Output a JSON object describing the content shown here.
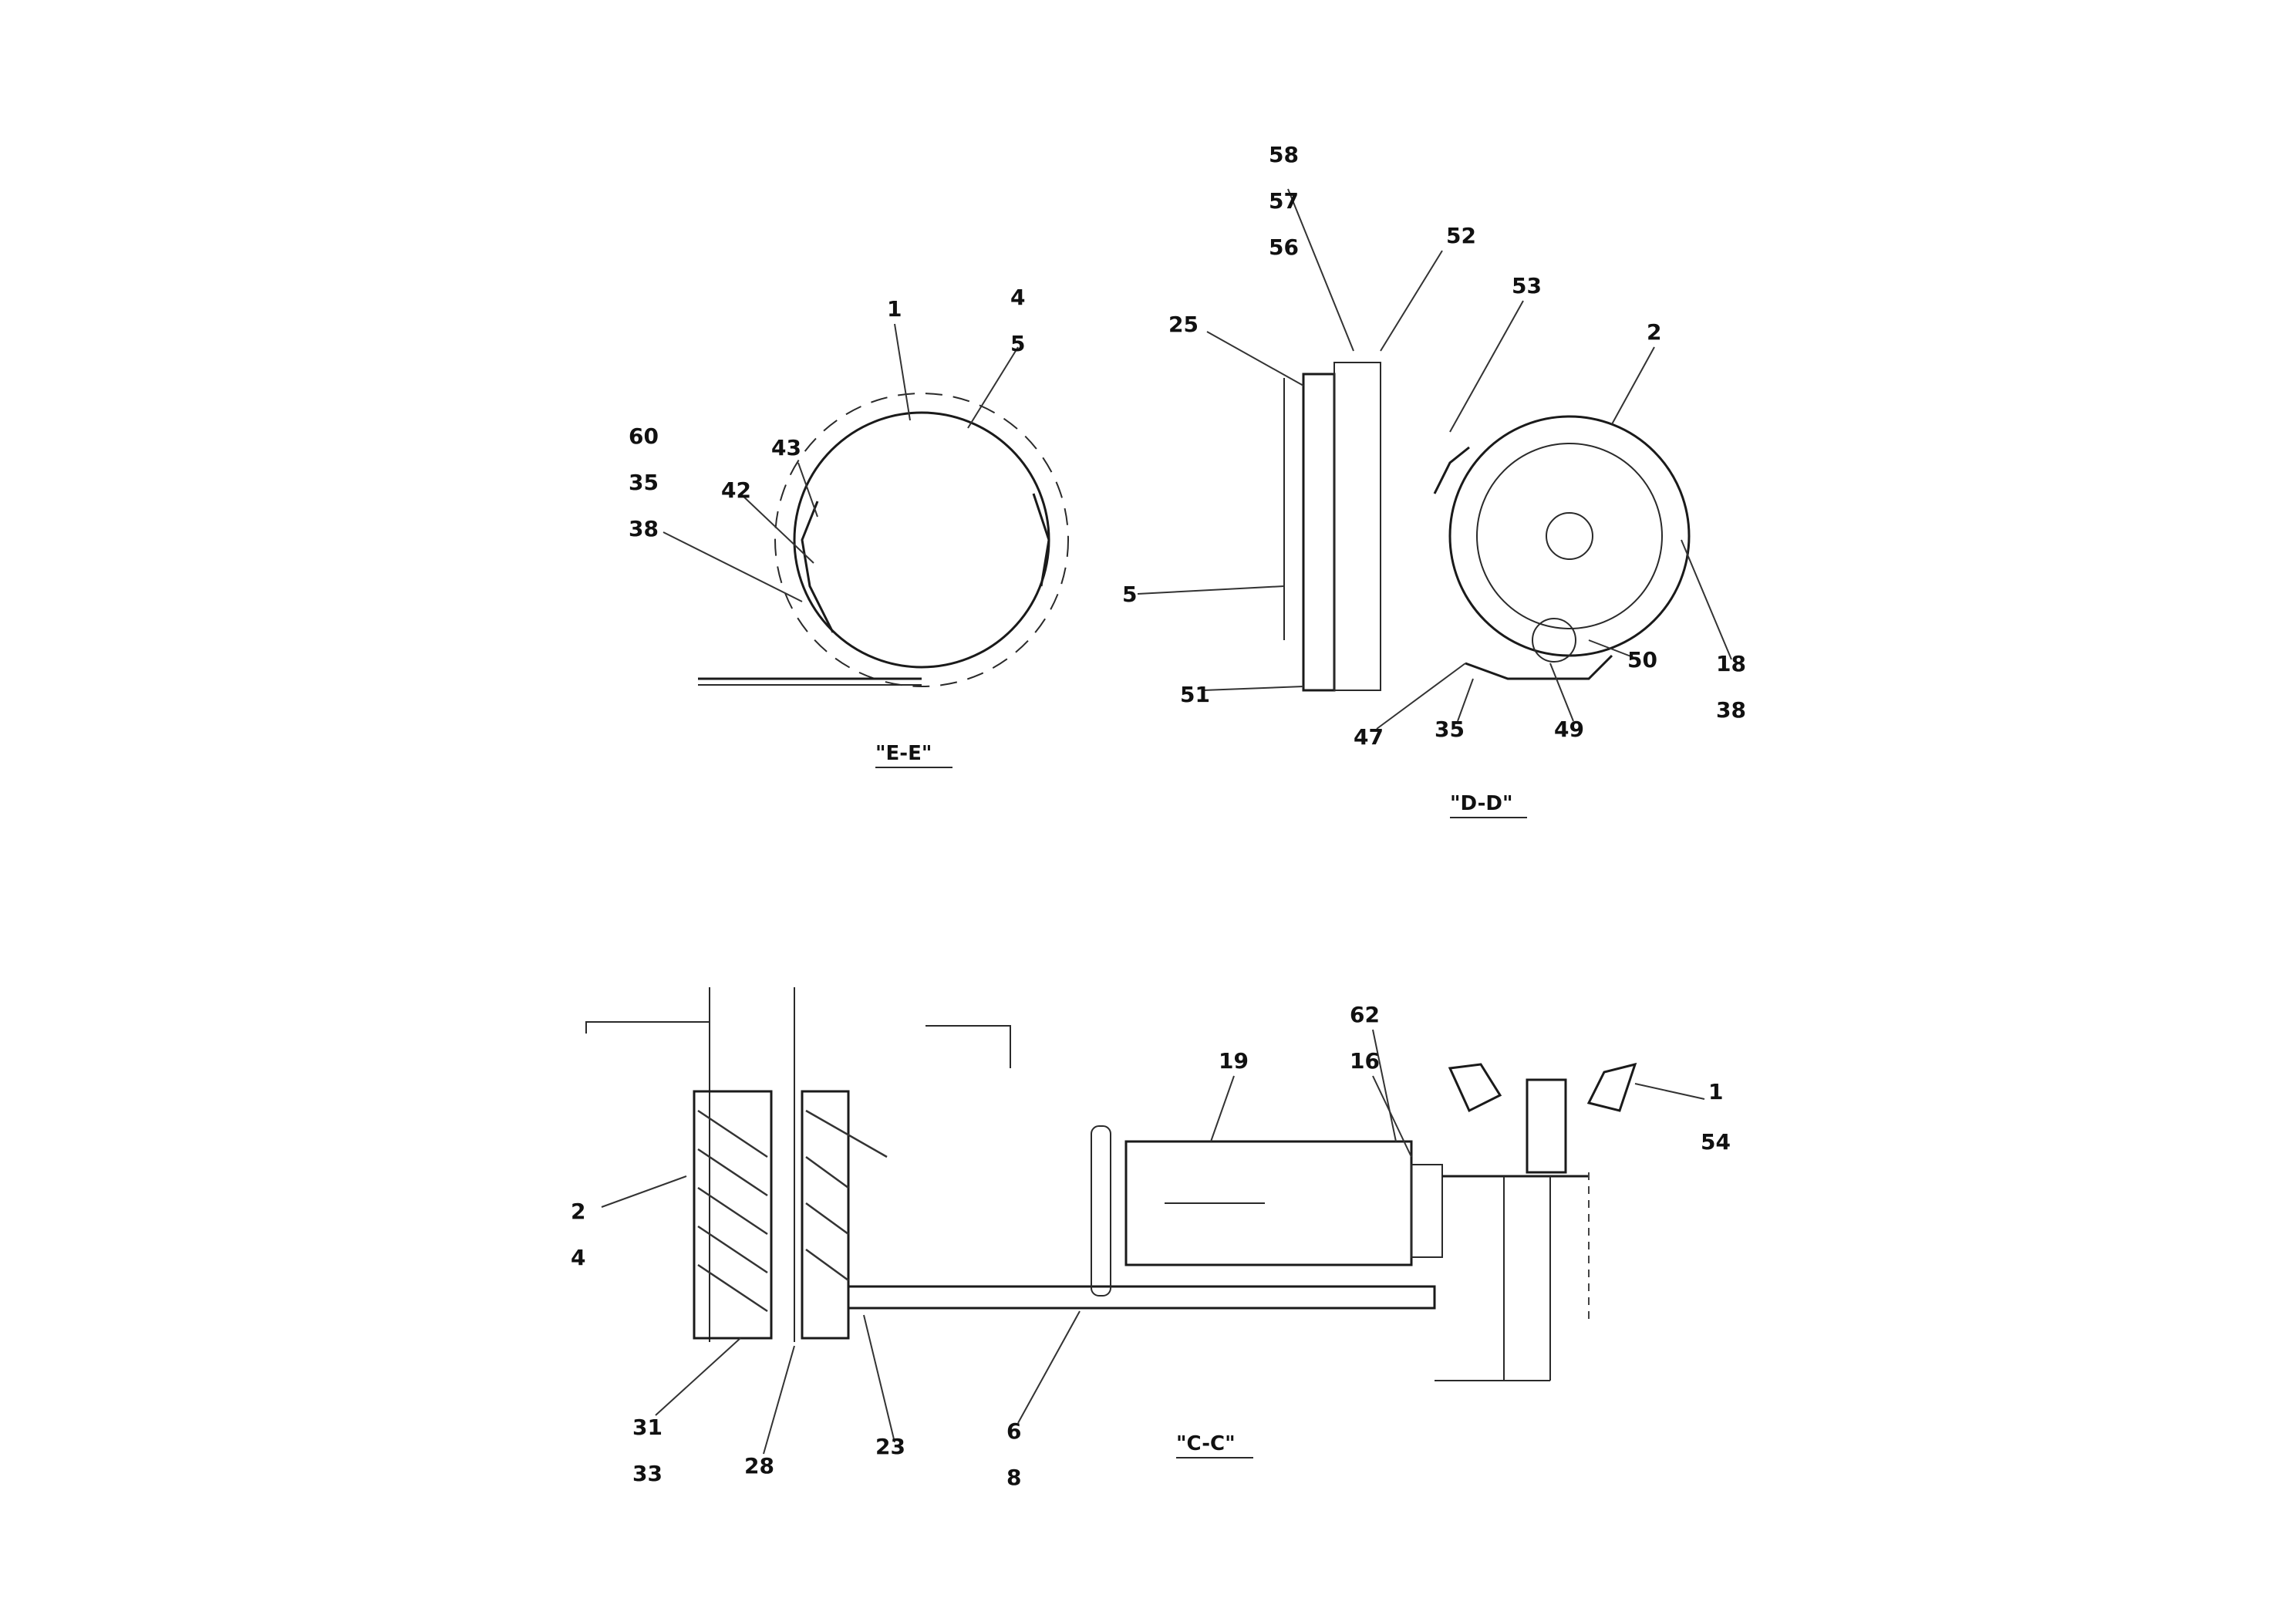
{
  "views": {
    "left_top": {
      "title": "\"E-E\""
    },
    "right_top": {
      "title": "\"D-D\""
    },
    "bottom": {
      "title": "\"C-C\""
    }
  },
  "callouts": {
    "a1": "1",
    "a4": "4",
    "a5": "5",
    "a60": "60",
    "a35": "35",
    "a38": "38",
    "a43": "43",
    "a42": "42",
    "b58": "58",
    "b57": "57",
    "b56": "56",
    "b52": "52",
    "b53": "53",
    "b25": "25",
    "b2": "2",
    "b5": "5",
    "b51": "51",
    "b47": "47",
    "b35": "35",
    "b49": "49",
    "b50": "50",
    "b18": "18",
    "b38": "38",
    "c62": "62",
    "c19": "19",
    "c16": "16",
    "c1": "1",
    "c54": "54",
    "c2": "2",
    "c4": "4",
    "c31": "31",
    "c33": "33",
    "c28": "28",
    "c23": "23",
    "c6": "6",
    "c8": "8"
  }
}
